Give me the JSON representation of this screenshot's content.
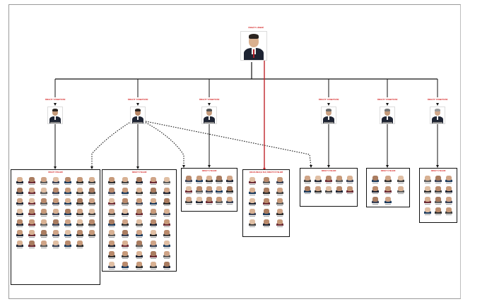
{
  "diagram": {
    "leader": {
      "title": "ÖRGÜT LİDERİ"
    },
    "managers": [
      {
        "title": "ÖRGÜT YÖNETİCİSİ"
      },
      {
        "title": "ÖRGÜT YÖNETİCİSİ"
      },
      {
        "title": "ÖRGÜT YÖNETİCİSİ"
      },
      {
        "title": "ÖRGÜT YÖNETİCİSİ"
      },
      {
        "title": "ÖRGÜT YÖNETİCİSİ"
      },
      {
        "title": "ÖRGÜT YÖNETİCİSİ"
      }
    ],
    "groups": [
      {
        "title": "ÖRGÜT ÜYELERİ",
        "members": 48
      },
      {
        "title": "ÖRGÜT ÜYELERİ",
        "members": 45
      },
      {
        "title": "ÖRGÜT ÜYELERİ",
        "members": 15
      },
      {
        "title": "ÇIKAR AMAÇLI SUÇ ÖRGÜTÜ ÜYELERİ",
        "members": 15
      },
      {
        "title": "ÖRGÜT ÜYELERİ",
        "members": 10
      },
      {
        "title": "ÖRGÜT ÜYELERİ",
        "members": 8
      },
      {
        "title": "ÖRGÜT ÜYELERİ",
        "members": 12
      }
    ],
    "colors": {
      "label": "#d42020",
      "connector": "#111111",
      "leader_link": "#c0262b"
    }
  }
}
